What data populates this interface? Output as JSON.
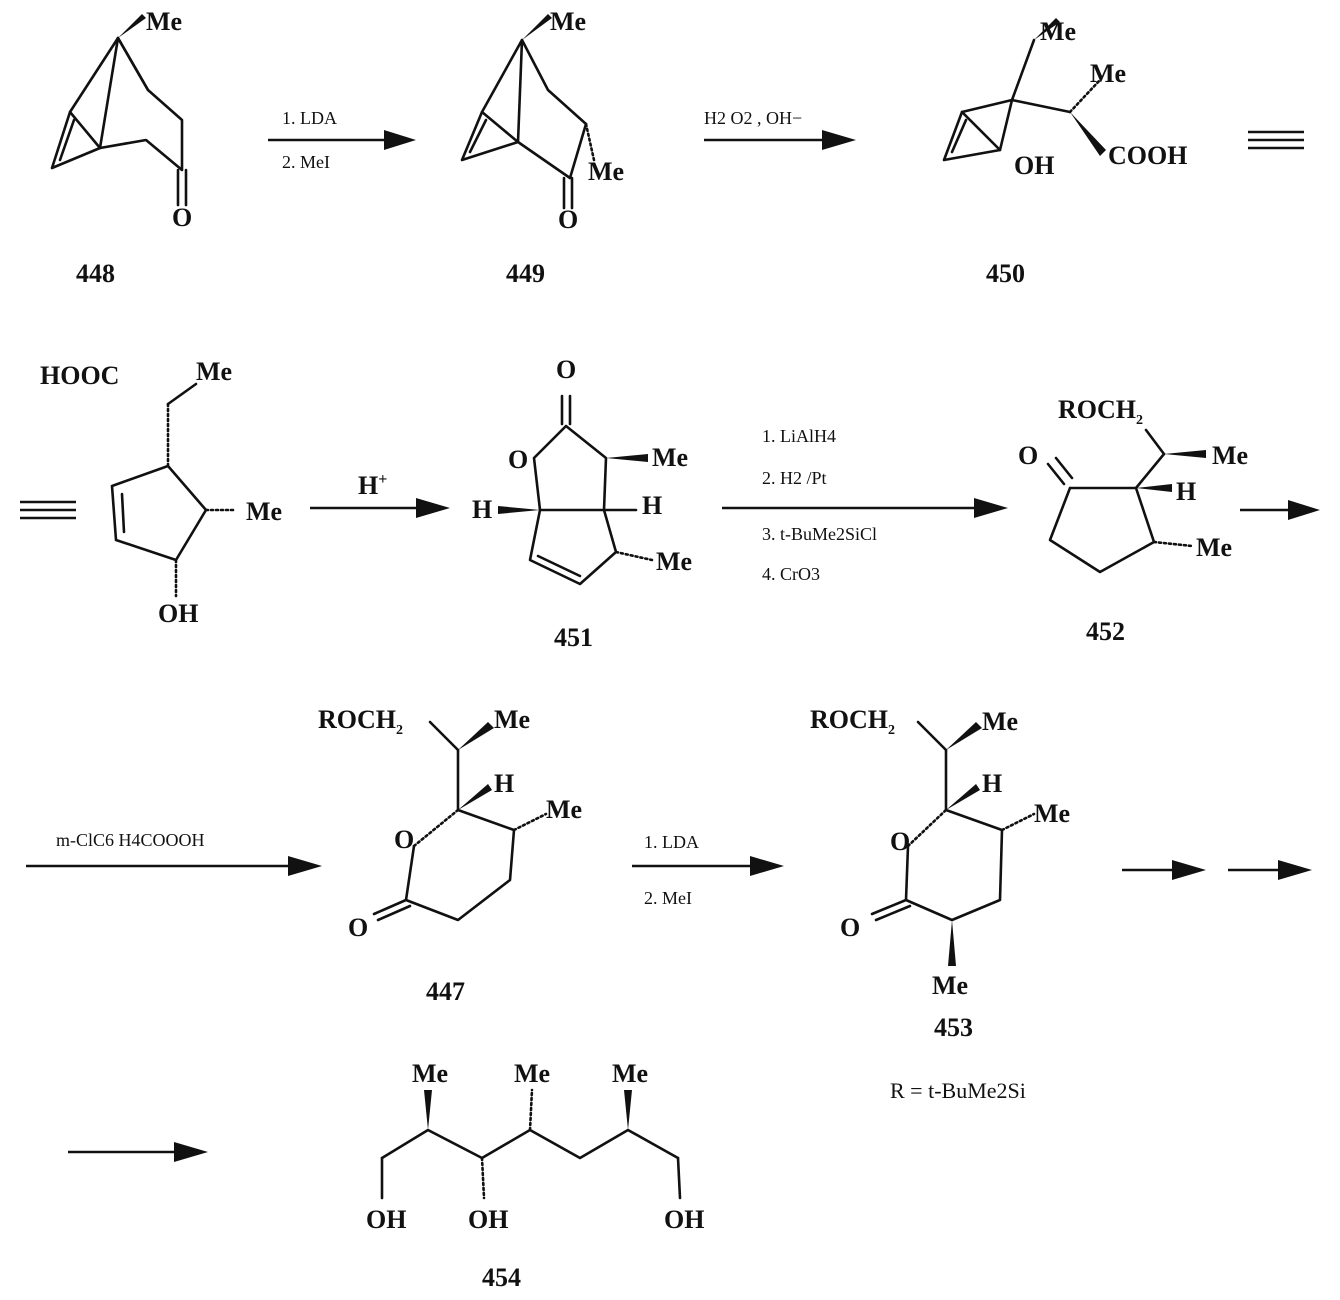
{
  "labels": {
    "me": "Me",
    "o": "O",
    "h": "H",
    "oh": "OH",
    "cooh": "COOH",
    "hooc": "HOOC",
    "roch2": "ROCH",
    "roch2_sub": "2",
    "h_plus": "H",
    "h_plus_sup": "+"
  },
  "compounds": {
    "c448": "448",
    "c449": "449",
    "c450": "450",
    "c451": "451",
    "c452": "452",
    "c447": "447",
    "c453": "453",
    "c454": "454"
  },
  "reagents": {
    "step1": [
      "1. LDA",
      "2. MeI"
    ],
    "step2": "H2 O2 , OH−",
    "step4": [
      "1. LiAlH4",
      "2. H2 /Pt",
      "3. t-BuMe2SiCl",
      "4. CrO3"
    ],
    "step5": "m-ClC6 H4COOOH",
    "step6": [
      "1. LDA",
      "2. MeI"
    ]
  },
  "r_definition": "R = t-BuMe2Si"
}
